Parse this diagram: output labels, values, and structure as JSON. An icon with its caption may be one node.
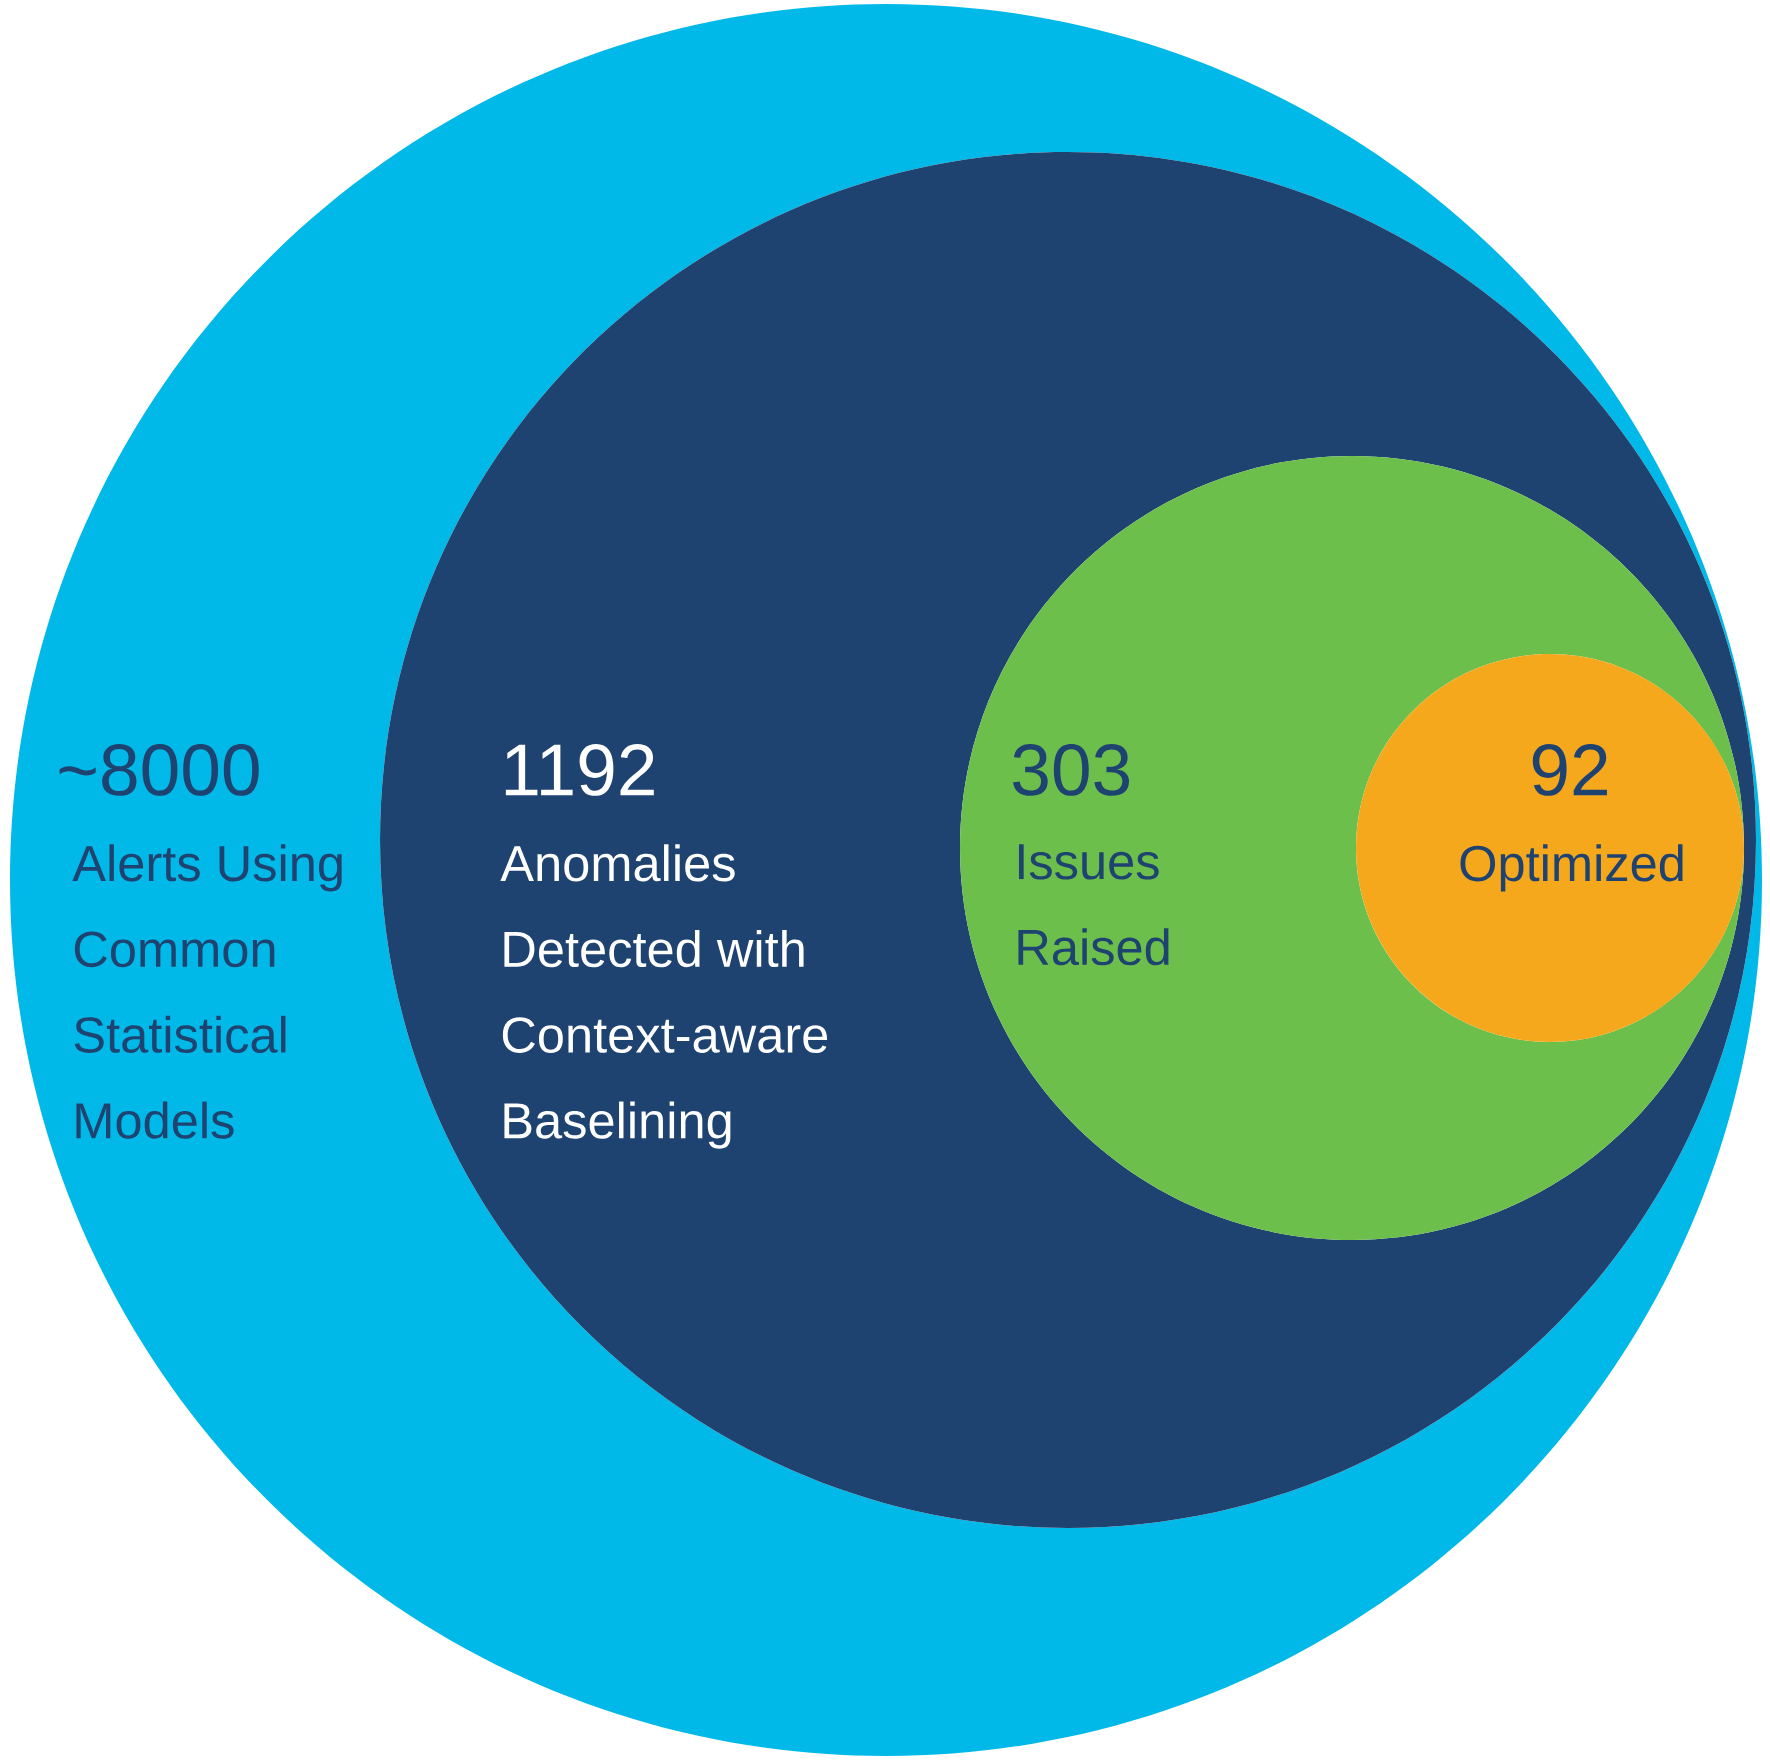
{
  "diagram": {
    "nodes": [
      {
        "text": [
          "~8000",
          "Alerts Using Common Statistical Models"
        ]
      },
      {
        "text": [
          "1192",
          "Anomalies Detected with Context-aware Baselining"
        ],
        "in": 0
      },
      {
        "text": [
          "303",
          "Issues Raised"
        ],
        "in": 1
      },
      {
        "text": [
          "92",
          "Optimized"
        ],
        "in": 2
      }
    ]
  }
}
